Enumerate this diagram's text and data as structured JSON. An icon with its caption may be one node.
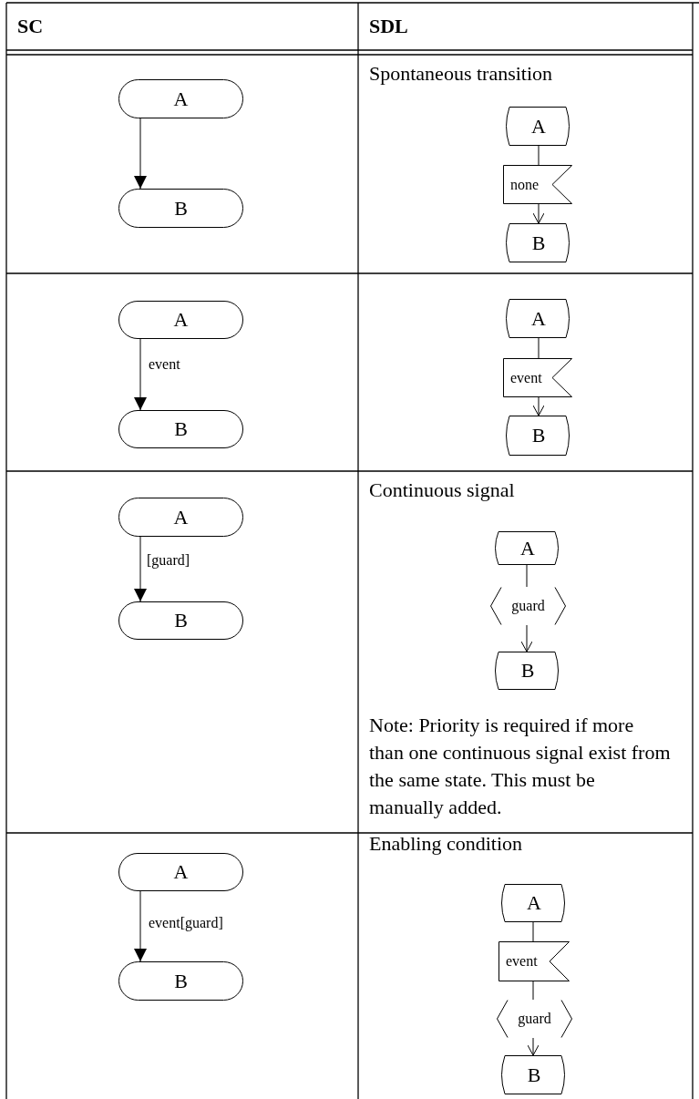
{
  "diagram": {
    "nodes": [
      {
        "text": [
          "A"
        ]
      },
      {
        "text": [
          "B"
        ]
      },
      {
        "text": [
          "A"
        ]
      },
      {
        "text": [
          "none"
        ]
      },
      {
        "text": [
          "B"
        ]
      },
      {
        "text": [
          "A"
        ]
      },
      {
        "text": [
          "B"
        ]
      },
      {
        "text": [
          "A"
        ]
      },
      {
        "text": [
          "event"
        ]
      },
      {
        "text": [
          "B"
        ]
      },
      {
        "text": [
          "A"
        ]
      },
      {
        "text": [
          "B"
        ]
      },
      {
        "text": [
          "A"
        ]
      },
      {
        "text": [
          "guard"
        ]
      },
      {
        "text": [
          "B"
        ]
      },
      {
        "text": [
          "A"
        ]
      },
      {
        "text": [
          "B"
        ]
      },
      {
        "text": [
          "A"
        ]
      },
      {
        "text": [
          "event"
        ]
      },
      {
        "text": [
          "guard"
        ]
      },
      {
        "text": [
          "B"
        ]
      }
    ],
    "edges": [
      {
        "from": 0,
        "to": 1,
        "arrow": "to"
      },
      {
        "from": 2,
        "to": 3,
        "arrow": "none"
      },
      {
        "from": 3,
        "to": 4,
        "arrow": "to"
      },
      {
        "from": 5,
        "to": 6,
        "arrow": "to",
        "label": "event"
      },
      {
        "from": 7,
        "to": 8,
        "arrow": "none"
      },
      {
        "from": 8,
        "to": 9,
        "arrow": "to"
      },
      {
        "from": 10,
        "to": 11,
        "arrow": "to",
        "label": "[guard]"
      },
      {
        "from": 12,
        "to": 13,
        "arrow": "none"
      },
      {
        "from": 13,
        "to": 14,
        "arrow": "to"
      },
      {
        "from": 15,
        "to": 16,
        "arrow": "to",
        "label": "event[guard]"
      },
      {
        "from": 17,
        "to": 18,
        "arrow": "none"
      },
      {
        "from": 18,
        "to": 19,
        "arrow": "none"
      },
      {
        "from": 19,
        "to": 20,
        "arrow": "to"
      }
    ],
    "labels": [
      "SC",
      "SDL",
      "Spontaneous transition",
      "Continuous signal",
      "Note: Priority is required if more than one continuous signal exist from the same state. This must be manually added.",
      "Enabling condition"
    ]
  }
}
